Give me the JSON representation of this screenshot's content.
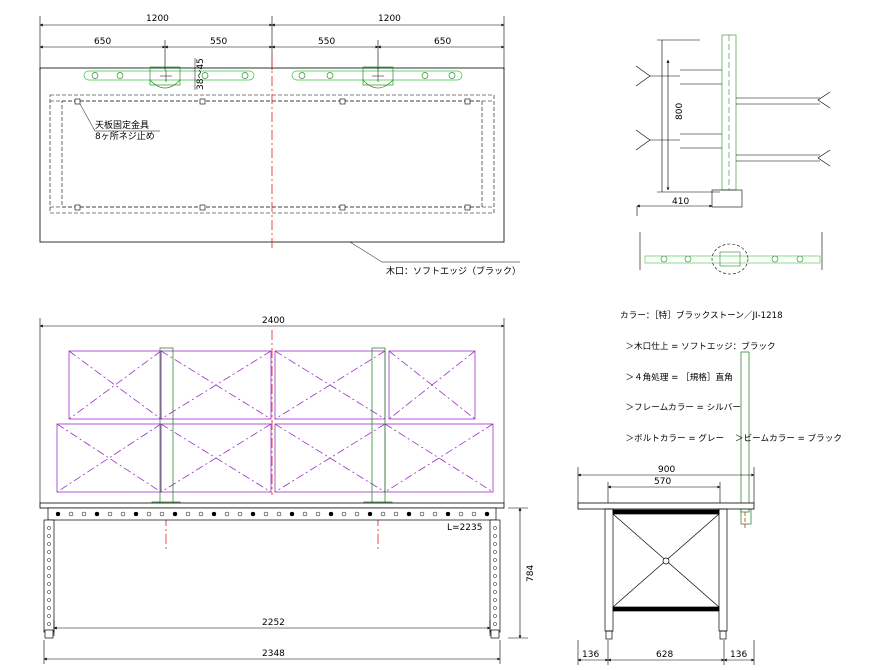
{
  "plan_view": {
    "dim_total_left": "1200",
    "dim_total_right": "1200",
    "dim_a": "650",
    "dim_b": "550",
    "dim_c": "550",
    "dim_d": "650",
    "dim_clamp": "38〜45",
    "note_fixing_1": "天板固定金具",
    "note_fixing_2": "8ヶ所ネジ止め",
    "note_edge": "木口：ソフトエッジ（ブラック）"
  },
  "side_detail": {
    "dim_height": "800",
    "dim_depth": "410"
  },
  "front_view": {
    "dim_width_top": "2400",
    "dim_beam": "L=2235",
    "dim_inner": "2252",
    "dim_outer": "2348",
    "dim_height": "784"
  },
  "side_view": {
    "dim_top_depth": "900",
    "dim_frame": "570",
    "dim_left_over": "136",
    "dim_leg_span": "628",
    "dim_right_over": "136"
  },
  "spec": {
    "line1": "カラー：［特］ブラックストーン／JI-1218",
    "line2": "  ＞木口仕上 = ソフトエッジ：ブラック",
    "line3": "  ＞４角処理 = ［規格］直角",
    "line4": "  ＞フレームカラー = シルバー",
    "line5": "  ＞ボルトカラー = グレー    ＞ビームカラー = ブラック"
  },
  "colors": {
    "line": "#000000",
    "panel": "#9b30c8",
    "post": "#2e8b2e",
    "center": "#e02020",
    "guide": "#39c639"
  }
}
